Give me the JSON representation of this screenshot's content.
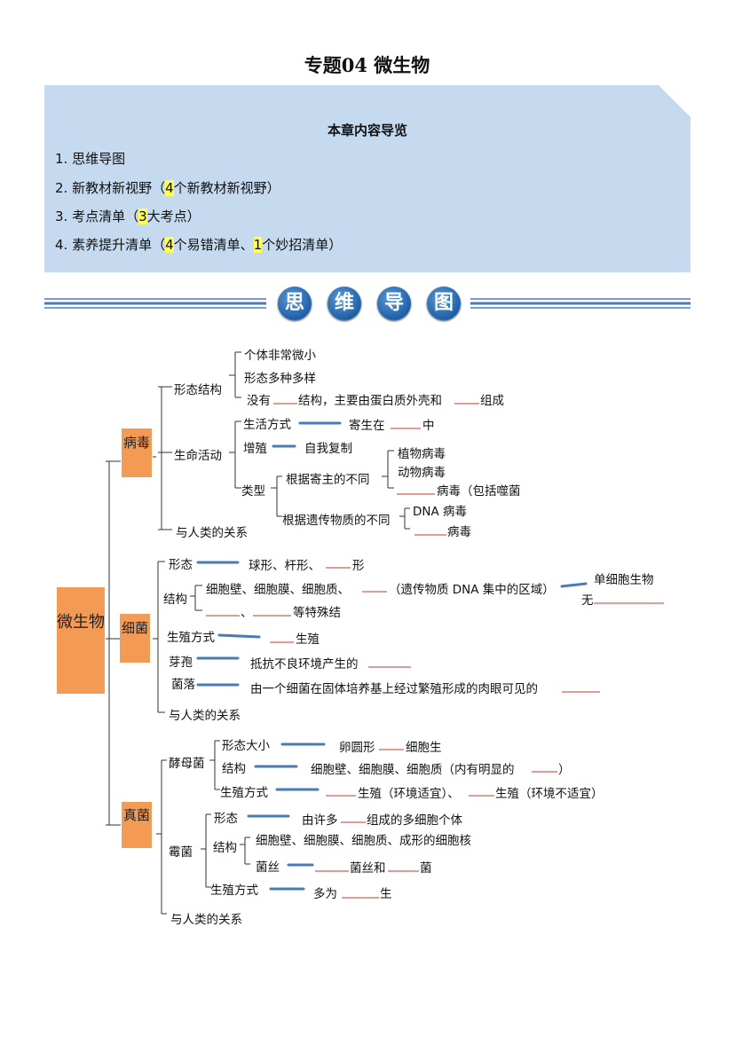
{
  "title": "专题04  微生物",
  "guide": {
    "heading": "本章内容导览",
    "item1": "1. 思维导图",
    "item2_pre": "2. 新教材新视野（",
    "item2_num": "4",
    "item2_post": "个新教材新视野）",
    "item3_pre": "3. 考点清单（",
    "item3_num": "3",
    "item3_post": "大考点）",
    "item4_pre": "4. 素养提升清单（",
    "item4_num1": "4",
    "item4_mid": "个易错清单、",
    "item4_num2": "1",
    "item4_post": "个妙招清单）"
  },
  "banner": [
    "思",
    "维",
    "导",
    "图"
  ],
  "colors": {
    "guide_bg": "#c5d9ef",
    "orange": "#f39a55",
    "arrow": "#4a7bb5",
    "blank": "#c0392b"
  },
  "map": {
    "root": "微生物",
    "virus": {
      "label": "病毒",
      "morph": "形态结构",
      "m1": "个体非常微小",
      "m2": "形态多种多样",
      "m3a": "没有",
      "m3b": "结构，主要由蛋白质外壳和",
      "m3c": "组成",
      "life": "生命活动",
      "way": "生活方式",
      "way_v1": "寄生在",
      "way_v2": "中",
      "rep": "增殖",
      "rep_v": "自我复制",
      "type": "类型",
      "host": "根据寄主的不同",
      "h1": "植物病毒",
      "h2": "动物病毒",
      "h3": "病毒（包括噬菌",
      "gen": "根据遗传物质的不同",
      "g1": "DNA 病毒",
      "g2": "病毒",
      "rel": "与人类的关系"
    },
    "bacteria": {
      "label": "细菌",
      "shape": "形态",
      "shape_v1": "球形、杆形、",
      "shape_v2": "形",
      "struct": "结构",
      "s1a": "细胞壁、细胞膜、细胞质、",
      "s1b": "（遗传物质 DNA 集中的区域）",
      "s2a": "、",
      "s2b": "等特殊结",
      "uni": "单细胞生物",
      "none": "无",
      "repro": "生殖方式",
      "repro_v": "生殖",
      "spore": "芽孢",
      "spore_v": "抵抗不良环境产生的",
      "colony": "菌落",
      "colony_v": "由一个细菌在固体培养基上经过繁殖形成的肉眼可见的",
      "rel": "与人类的关系"
    },
    "fungi": {
      "label": "真菌",
      "yeast": "酵母菌",
      "ysize": "形态大小",
      "ysize_v1": "卵圆形",
      "ysize_v2": "细胞生",
      "ystruct": "结构",
      "ystruct_v1": "细胞壁、细胞膜、细胞质（内有明显的",
      "ystruct_v2": "）",
      "yrepro": "生殖方式",
      "yrepro_v1": "生殖（环境适宜）、",
      "yrepro_v2": "生殖（环境不适宜）",
      "mold": "霉菌",
      "mshape": "形态",
      "mshape_v1": "由许多",
      "mshape_v2": "组成的多细胞个体",
      "mstruct": "结构",
      "mstruct_v": "细胞壁、细胞膜、细胞质、成形的细胞核",
      "hypha": "菌丝",
      "hypha_v1": "菌丝和",
      "hypha_v2": "菌",
      "mrepro": "生殖方式",
      "mrepro_v1": "多为",
      "mrepro_v2": "生",
      "rel": "与人类的关系"
    }
  }
}
